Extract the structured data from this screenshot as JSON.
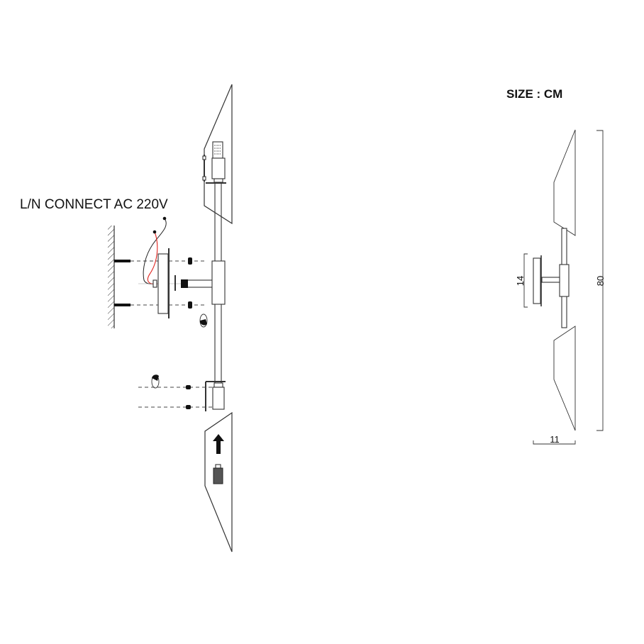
{
  "installation": {
    "wiring_label": "L/N  CONNECT AC 220V",
    "wire_colors": {
      "live": "#e0241f",
      "neutral": "#222222"
    }
  },
  "dimensions": {
    "unit_label": "SIZE : CM",
    "height": "80",
    "backplate_height": "14",
    "depth": "11"
  }
}
